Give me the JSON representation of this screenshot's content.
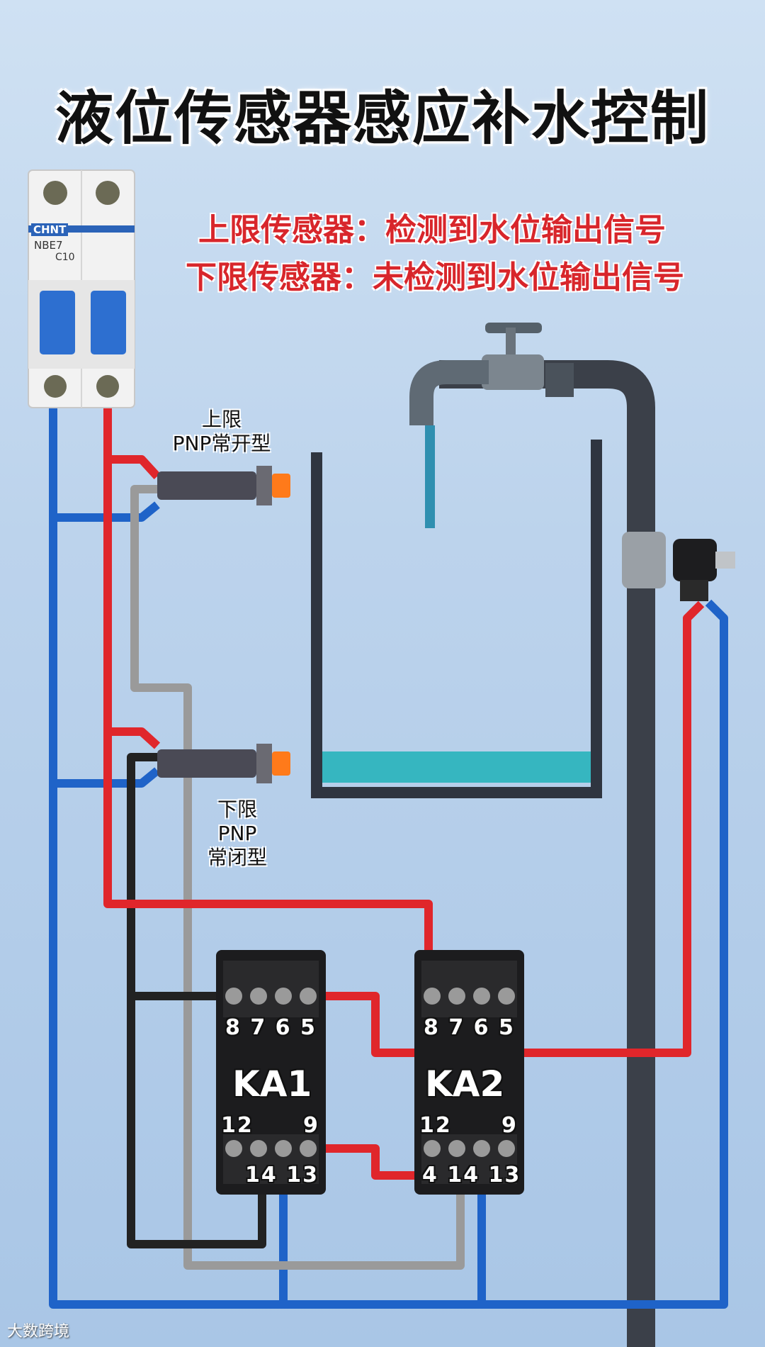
{
  "title": "液位传感器感应补水控制",
  "notes": {
    "upper": "上限传感器：检测到水位输出信号",
    "lower": "下限传感器：未检测到水位输出信号"
  },
  "breaker": {
    "brand": "CHNT",
    "model": "NBE7",
    "rating": "C10"
  },
  "sensors": {
    "upper": {
      "line1": "上限",
      "line2": "PNP常开型"
    },
    "lower": {
      "line1": "下限",
      "line2": "PNP",
      "line3": "常闭型"
    }
  },
  "relays": {
    "ka1": {
      "name": "KA1",
      "top_pins": "8 7 6 5",
      "mid_pins_left": "12",
      "mid_pins_right": "9",
      "bottom_pins": "14 13"
    },
    "ka2": {
      "name": "KA2",
      "top_pins": "8 7 6 5",
      "mid_pins_left": "12",
      "mid_pins_right": "9",
      "bottom_pins": "4 14 13"
    }
  },
  "watermark": "大数跨境",
  "colors": {
    "live": "#e0262b",
    "neutral": "#1f63c8",
    "signal_gray": "#9a9a9a",
    "signal_black": "#222222",
    "pipe": "#3a3f47",
    "water": "#36b6c0"
  }
}
